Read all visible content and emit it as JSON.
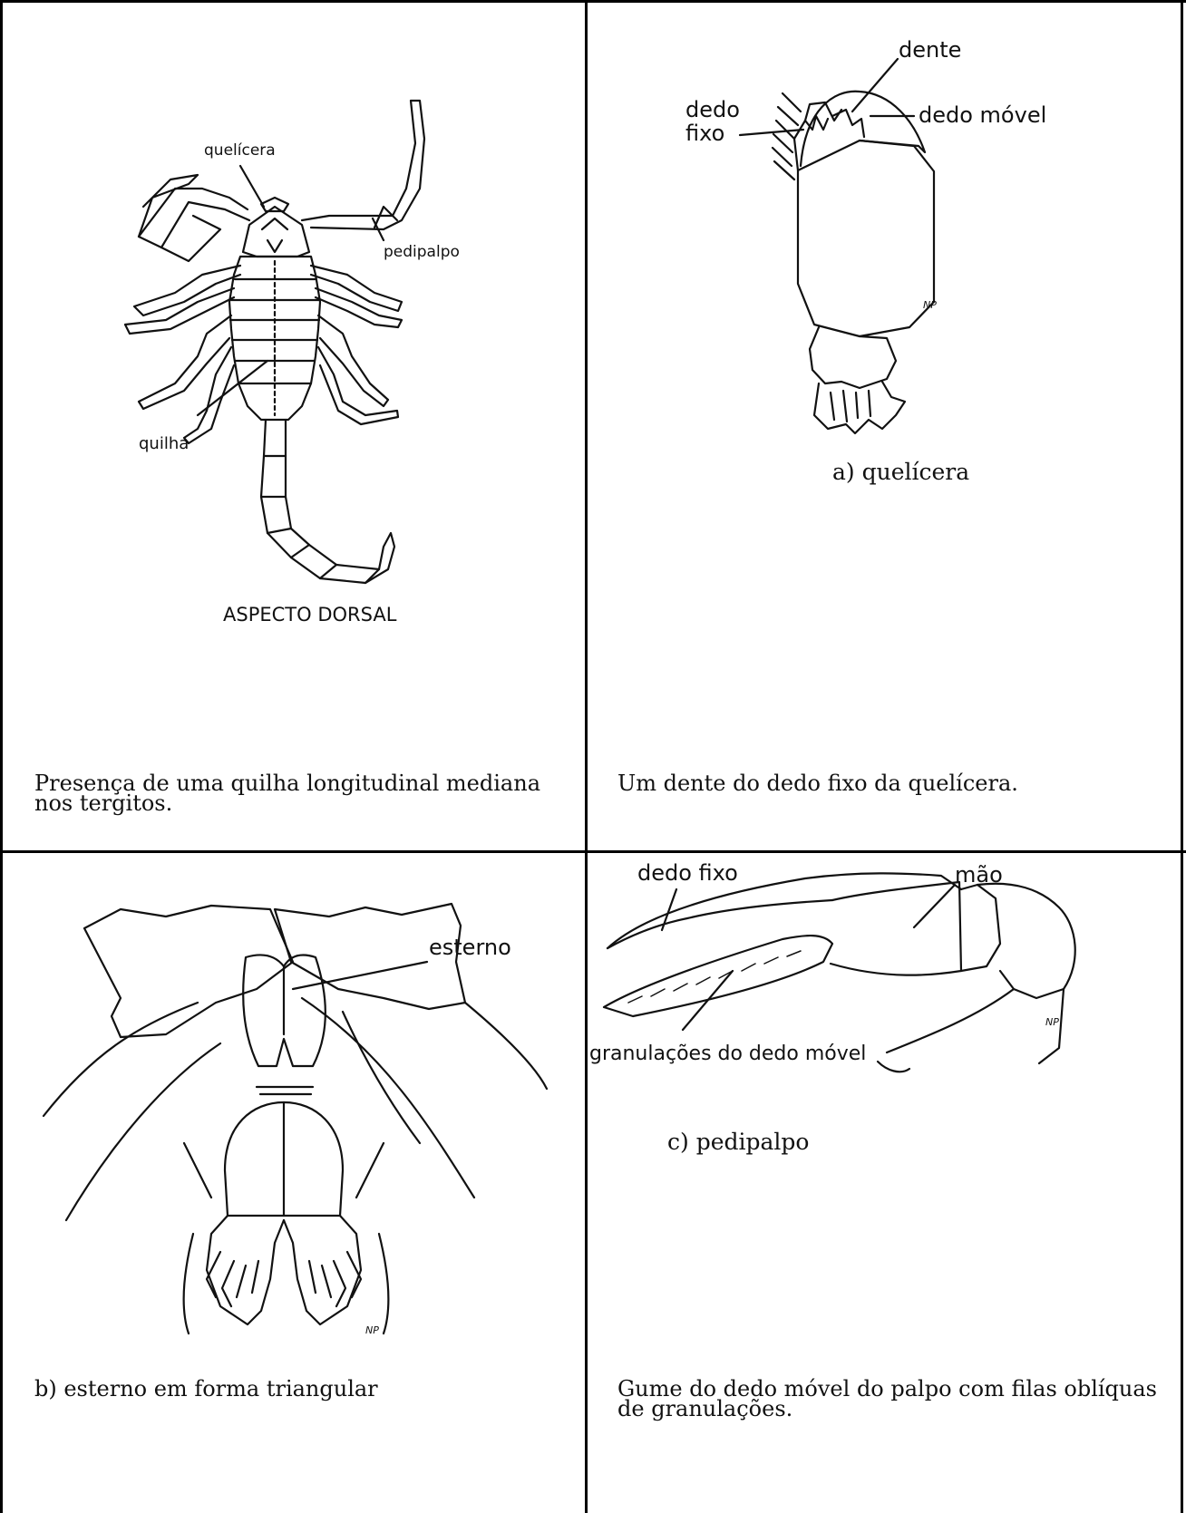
{
  "panels": {
    "top_left": {
      "labels": {
        "quelicera": "quelícera",
        "pedipalpo": "pedipalpo",
        "quilha": "quilha",
        "aspecto": "ASPECTO DORSAL"
      },
      "caption": "Presença de uma quilha longitudinal mediana nos tergitos."
    },
    "top_right": {
      "labels": {
        "dente": "dente",
        "dedo_fixo_1": "dedo",
        "dedo_fixo_2": "fixo",
        "dedo_movel": "dedo móvel",
        "signature": "NP"
      },
      "figure_label": "a) quelícera",
      "caption": "Um dente do dedo fixo da quelícera."
    },
    "bottom_left": {
      "labels": {
        "esterno": "esterno",
        "signature": "NP"
      },
      "caption": "b) esterno em forma triangular"
    },
    "bottom_right": {
      "labels": {
        "dedo_fixo": "dedo fixo",
        "mao": "mão",
        "granulacoes": "granulações do dedo móvel",
        "signature": "NP"
      },
      "figure_label": "c) pedipalpo",
      "caption": "Gume do dedo móvel do palpo com filas oblíquas de granulações."
    }
  }
}
